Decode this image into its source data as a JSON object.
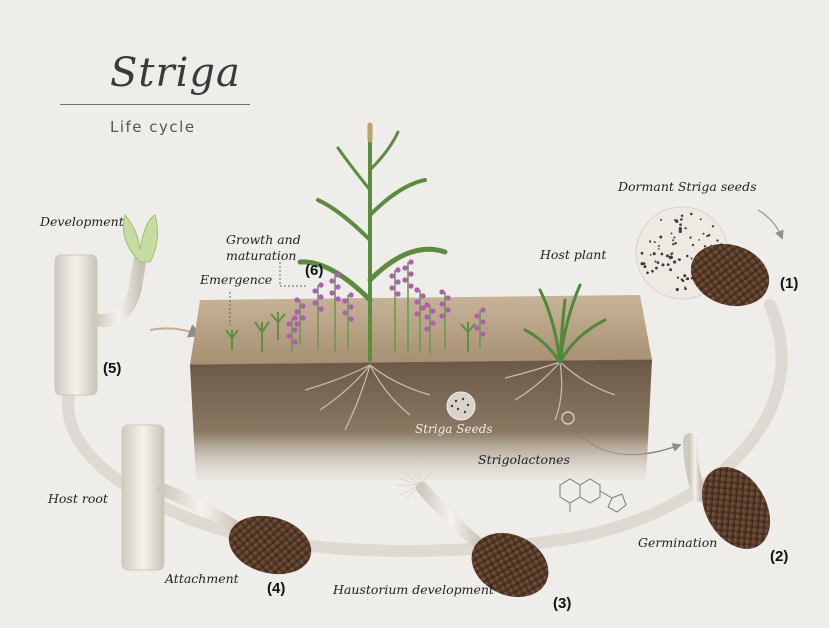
{
  "title": "Striga",
  "subtitle": "Life cycle",
  "labels": {
    "dormant_seeds": "Dormant Striga seeds",
    "host_plant": "Host plant",
    "growth_line1": "Growth and",
    "growth_line2": "maturation",
    "emergence": "Emergence",
    "development": "Development",
    "striga_seeds": "Striga Seeds",
    "strigolactones": "Strigolactones",
    "host_root": "Host root",
    "germination": "Germination",
    "attachment": "Attachment",
    "haustorium": "Haustorium development"
  },
  "stages": {
    "s1": "(1)",
    "s2": "(2)",
    "s3": "(3)",
    "s4": "(4)",
    "s5": "(5)",
    "s6": "(6)"
  },
  "colors": {
    "background": "#efede9",
    "soil_top": "#b9a386",
    "soil_side": "#7a6752",
    "seed": "#5a3d2b",
    "root": "#e8e4dc",
    "flower": "#b25bb7",
    "leaf": "#6d9b4a"
  }
}
